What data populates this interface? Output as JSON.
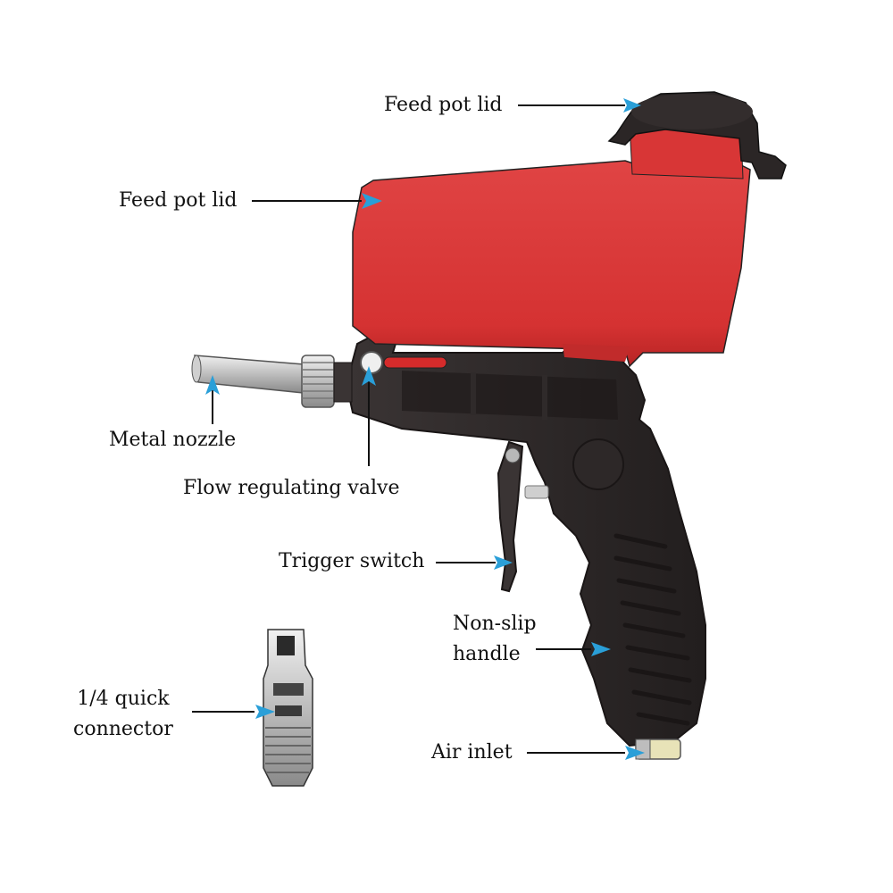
{
  "diagram": {
    "subject": "Handheld gravity-feed sandblaster gun",
    "colors": {
      "body_red": "#d93636",
      "body_red_shade": "#b82424",
      "handle_black": "#2b2626",
      "handle_shade": "#1c1818",
      "metal": "#c9c9c9",
      "callout_arrow": "#2a9fd8",
      "leader_line": "#111111",
      "background": "#ffffff"
    },
    "labels": [
      {
        "id": "feed-pot-lid-top",
        "text": "Feed pot lid"
      },
      {
        "id": "feed-pot-lid-body",
        "text": "Feed pot lid"
      },
      {
        "id": "metal-nozzle",
        "text": "Metal nozzle"
      },
      {
        "id": "flow-regulating-valve",
        "text": "Flow regulating valve"
      },
      {
        "id": "trigger-switch",
        "text": "Trigger switch"
      },
      {
        "id": "non-slip-handle",
        "lines": [
          "Non-slip",
          "handle"
        ]
      },
      {
        "id": "quick-connector",
        "lines": [
          "1/4 quick",
          "connector"
        ]
      },
      {
        "id": "air-inlet",
        "text": "Air inlet"
      }
    ]
  }
}
